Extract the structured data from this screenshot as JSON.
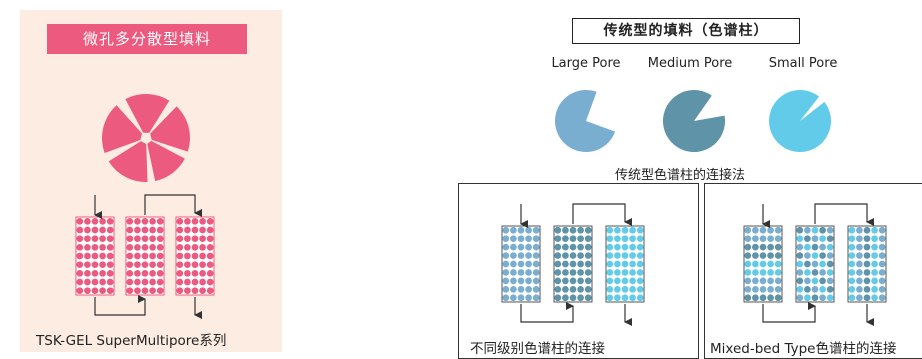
{
  "left": {
    "title": "微孔多分散型填料",
    "caption": "TSK-GEL SuperMultipore系列"
  },
  "right": {
    "title": "传统型的填料（色谱柱）",
    "pore_labels": [
      "Large Pore",
      "Medium Pore",
      "Small Pore"
    ],
    "connection_label": "传统型色谱柱的连接法",
    "frame_a_caption": "不同级别色谱柱的连接",
    "frame_b_caption": "Mixed-bed Type色谱柱的连接"
  },
  "colors": {
    "pink": "#ec5a7f",
    "panel_bg": "#fcece1",
    "large_pore": "#7aaed0",
    "medium_pore": "#5f93a8",
    "small_pore": "#63cbea"
  }
}
